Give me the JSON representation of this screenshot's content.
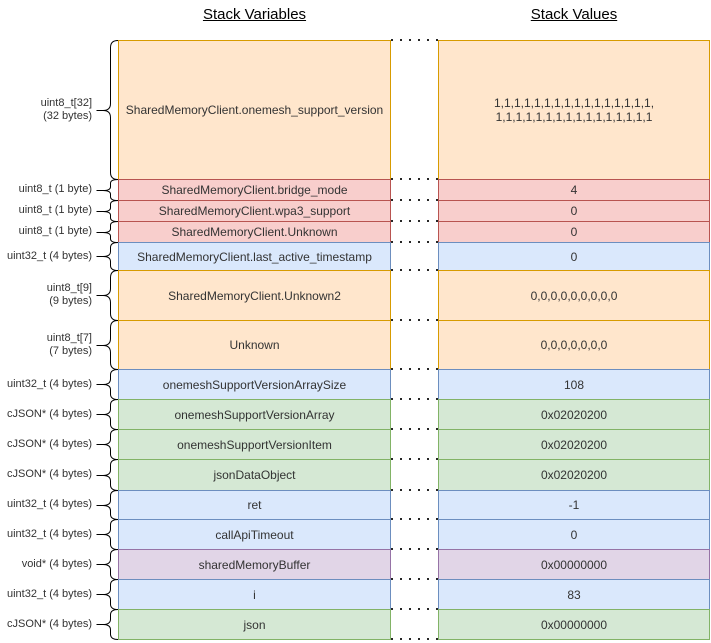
{
  "headers": {
    "variables": "Stack Variables",
    "values": "Stack Values"
  },
  "palette": {
    "orange": {
      "fill": "#ffe6cc",
      "stroke": "#d79b00"
    },
    "red": {
      "fill": "#f8cecc",
      "stroke": "#b85450"
    },
    "blue": {
      "fill": "#dae8fc",
      "stroke": "#6c8ebf"
    },
    "green": {
      "fill": "#d5e8d4",
      "stroke": "#82b366"
    },
    "purple": {
      "fill": "#e1d5e7",
      "stroke": "#9673a6"
    }
  },
  "rows": [
    {
      "type_lines": [
        "uint8_t[32]",
        "(32 bytes)"
      ],
      "name": "SharedMemoryClient.onemesh_support_version",
      "value_lines": [
        "1,1,1,1,1,1,1,1,1,1,1,1,1,1,1,1,",
        "1,1,1,1,1,1,1,1,1,1,1,1,1,1,1,1"
      ],
      "color": "orange"
    },
    {
      "type_lines": [
        "uint8_t (1 byte)"
      ],
      "name": "SharedMemoryClient.bridge_mode",
      "value_lines": [
        "4"
      ],
      "color": "red"
    },
    {
      "type_lines": [
        "uint8_t (1 byte)"
      ],
      "name": "SharedMemoryClient.wpa3_support",
      "value_lines": [
        "0"
      ],
      "color": "red"
    },
    {
      "type_lines": [
        "uint8_t (1 byte)"
      ],
      "name": "SharedMemoryClient.Unknown",
      "value_lines": [
        "0"
      ],
      "color": "red"
    },
    {
      "type_lines": [
        "uint32_t (4 bytes)"
      ],
      "name": "SharedMemoryClient.last_active_timestamp",
      "value_lines": [
        "0"
      ],
      "color": "blue"
    },
    {
      "type_lines": [
        "uint8_t[9]",
        "(9 bytes)"
      ],
      "name": "SharedMemoryClient.Unknown2",
      "value_lines": [
        "0,0,0,0,0,0,0,0,0"
      ],
      "color": "orange"
    },
    {
      "type_lines": [
        "uint8_t[7]",
        "(7 bytes)"
      ],
      "name": "Unknown",
      "value_lines": [
        "0,0,0,0,0,0,0"
      ],
      "color": "orange"
    },
    {
      "type_lines": [
        "uint32_t (4 bytes)"
      ],
      "name": "onemeshSupportVersionArraySize",
      "value_lines": [
        "108"
      ],
      "color": "blue"
    },
    {
      "type_lines": [
        "cJSON* (4 bytes)"
      ],
      "name": "onemeshSupportVersionArray",
      "value_lines": [
        "0x02020200"
      ],
      "color": "green"
    },
    {
      "type_lines": [
        "cJSON* (4 bytes)"
      ],
      "name": "onemeshSupportVersionItem",
      "value_lines": [
        "0x02020200"
      ],
      "color": "green"
    },
    {
      "type_lines": [
        "cJSON* (4 bytes)"
      ],
      "name": "jsonDataObject",
      "value_lines": [
        "0x02020200"
      ],
      "color": "green"
    },
    {
      "type_lines": [
        "uint32_t (4 bytes)"
      ],
      "name": "ret",
      "value_lines": [
        "-1"
      ],
      "color": "blue"
    },
    {
      "type_lines": [
        "uint32_t (4 bytes)"
      ],
      "name": "callApiTimeout",
      "value_lines": [
        "0"
      ],
      "color": "blue"
    },
    {
      "type_lines": [
        "void* (4 bytes)"
      ],
      "name": "sharedMemoryBuffer",
      "value_lines": [
        "0x00000000"
      ],
      "color": "purple"
    },
    {
      "type_lines": [
        "uint32_t (4 bytes)"
      ],
      "name": "i",
      "value_lines": [
        "83"
      ],
      "color": "blue"
    },
    {
      "type_lines": [
        "cJSON* (4 bytes)"
      ],
      "name": "json",
      "value_lines": [
        "0x00000000"
      ],
      "color": "green"
    }
  ]
}
